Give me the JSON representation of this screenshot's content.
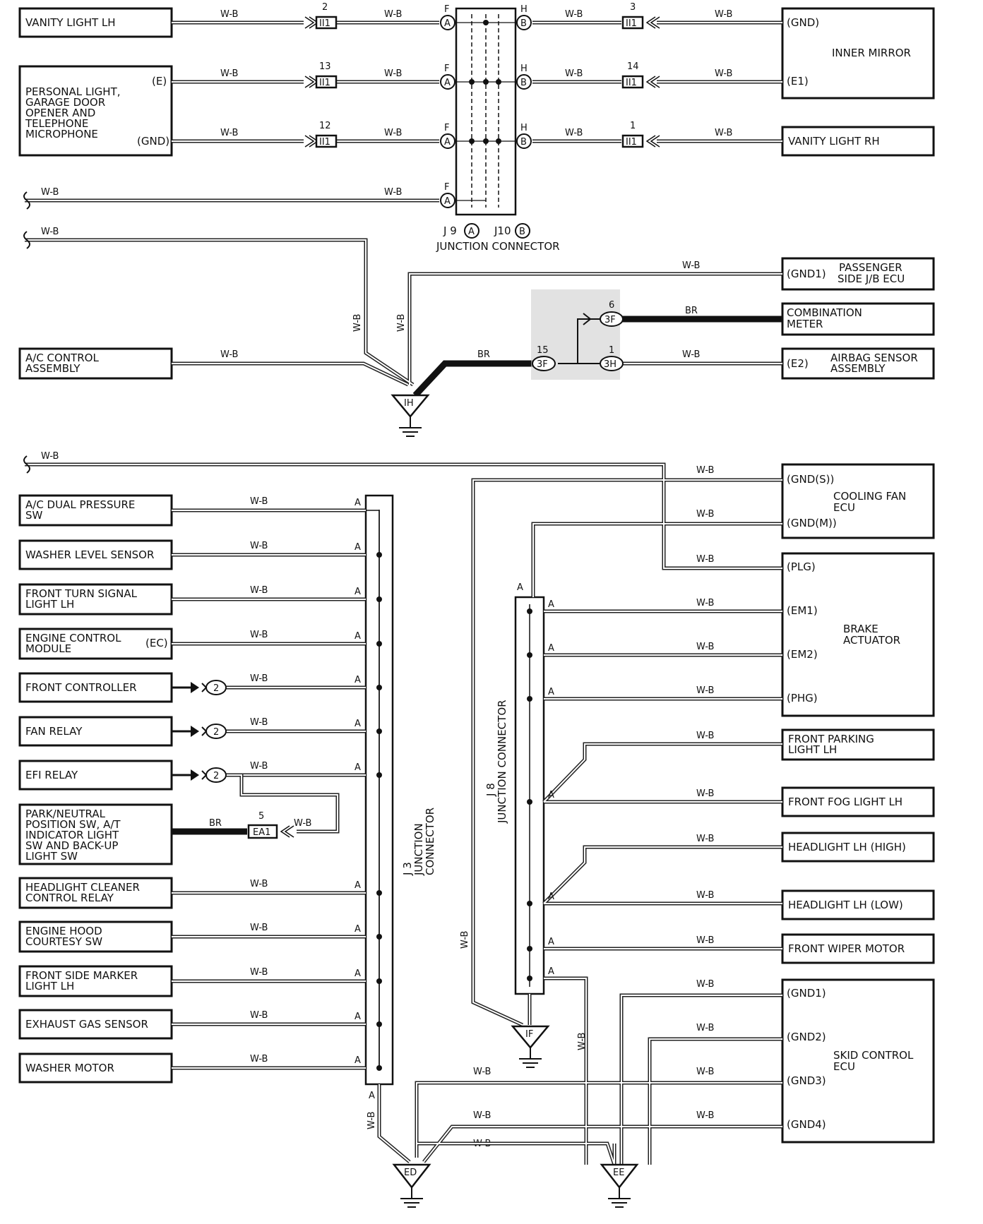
{
  "wire_code": "W-B",
  "wire_code_br": "BR",
  "boxes": {
    "vanity_lh": "VANITY LIGHT LH",
    "personal_light": [
      "PERSONAL LIGHT,",
      "GARAGE DOOR",
      "OPENER AND",
      "TELEPHONE",
      "MICROPHONE"
    ],
    "personal_e": "(E)",
    "personal_gnd": "(GND)",
    "inner_mirror": "INNER MIRROR",
    "inner_mirror_gnd": "(GND)",
    "inner_mirror_e1": "(E1)",
    "vanity_rh": "VANITY LIGHT RH",
    "passenger_jb": [
      "PASSENGER",
      "SIDE J/B ECU"
    ],
    "passenger_gnd1": "(GND1)",
    "combination_meter": [
      "COMBINATION",
      "METER"
    ],
    "airbag": [
      "AIRBAG SENSOR",
      "ASSEMBLY"
    ],
    "airbag_e2": "(E2)",
    "ac_control": [
      "A/C CONTROL",
      "ASSEMBLY"
    ],
    "ac_dual": [
      "A/C DUAL PRESSURE",
      "SW"
    ],
    "washer_level": "WASHER LEVEL SENSOR",
    "front_turn": [
      "FRONT TURN SIGNAL",
      "LIGHT LH"
    ],
    "ecm": [
      "ENGINE CONTROL",
      "MODULE"
    ],
    "ecm_ec": "(EC)",
    "front_controller": "FRONT CONTROLLER",
    "fan_relay": "FAN RELAY",
    "efi_relay": "EFI RELAY",
    "park_neutral": [
      "PARK/NEUTRAL",
      "POSITION SW, A/T",
      "INDICATOR LIGHT",
      "SW AND BACK-UP",
      "LIGHT SW"
    ],
    "headlight_cleaner": [
      "HEADLIGHT CLEANER",
      "CONTROL RELAY"
    ],
    "hood_courtesy": [
      "ENGINE HOOD",
      "COURTESY SW"
    ],
    "front_side_marker": [
      "FRONT SIDE MARKER",
      "LIGHT LH"
    ],
    "exhaust_gas": "EXHAUST GAS SENSOR",
    "washer_motor": "WASHER MOTOR",
    "cooling_fan": [
      "COOLING FAN",
      "ECU"
    ],
    "cooling_gnds": "(GND(S))",
    "cooling_gndm": "(GND(M))",
    "brake_actuator": [
      "BRAKE",
      "ACTUATOR"
    ],
    "brake_plg": "(PLG)",
    "brake_em1": "(EM1)",
    "brake_em2": "(EM2)",
    "brake_phg": "(PHG)",
    "front_parking": [
      "FRONT PARKING",
      "LIGHT LH"
    ],
    "front_fog": "FRONT FOG LIGHT LH",
    "headlight_high": "HEADLIGHT LH (HIGH)",
    "headlight_low": "HEADLIGHT LH (LOW)",
    "front_wiper": "FRONT WIPER MOTOR",
    "skid_control": [
      "SKID CONTROL",
      "ECU"
    ],
    "skid_gnd1": "(GND1)",
    "skid_gnd2": "(GND2)",
    "skid_gnd3": "(GND3)",
    "skid_gnd4": "(GND4)"
  },
  "connectors": {
    "ii1": "II1",
    "ii1_pins": [
      "2",
      "13",
      "12",
      "3",
      "14",
      "1"
    ],
    "pin_f": "F",
    "pin_h": "H",
    "pin_a": "A",
    "pin_b": "B",
    "j9": "J 9",
    "j10": "J10",
    "junction_connector": "JUNCTION CONNECTOR",
    "j3": "J 3",
    "j3_label": [
      "JUNCTION",
      "CONNECTOR"
    ],
    "j8": "J 8",
    "j8_label": "JUNCTION CONNECTOR",
    "three_f": "3F",
    "three_h": "3H",
    "pin_6": "6",
    "pin_15": "15",
    "pin_1": "1",
    "circle_2": "2",
    "ea1": "EA1",
    "ea1_pin": "5"
  },
  "grounds": {
    "ih": "IH",
    "if": "IF",
    "ed": "ED",
    "ee": "EE"
  }
}
